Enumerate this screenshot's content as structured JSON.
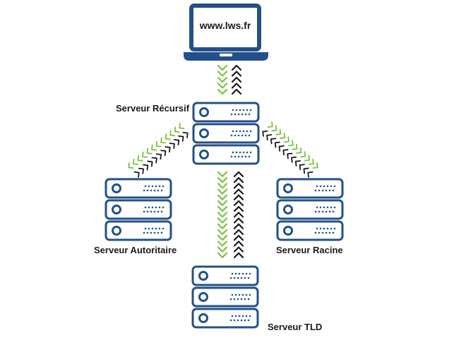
{
  "laptop": {
    "url": "www.lws.fr"
  },
  "servers": {
    "recursive": "Serveur Récursif",
    "authoritative": "Serveur Autoritaire",
    "root": "Serveur Racine",
    "tld": "Serveur TLD"
  },
  "colors": {
    "server_stroke": "#23508a",
    "chevron_green": "#7cc242",
    "chevron_black": "#1a1a1a"
  }
}
